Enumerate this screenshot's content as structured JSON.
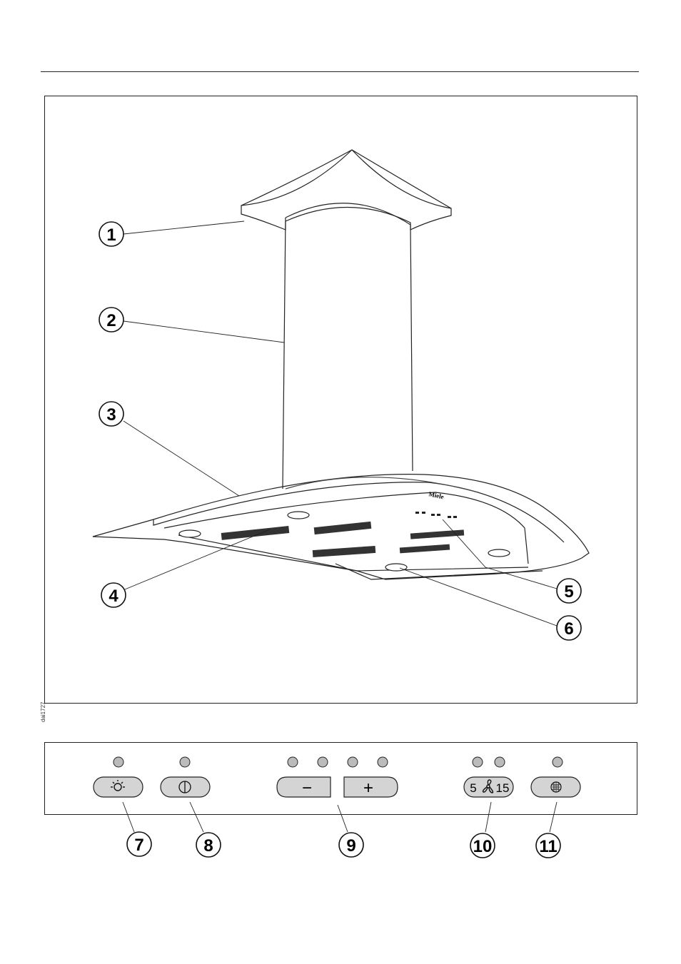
{
  "figure": {
    "code": "dai1727",
    "brand_badge": "Miele",
    "callouts": [
      "1",
      "2",
      "3",
      "4",
      "5",
      "6"
    ]
  },
  "control_panel": {
    "buttons": [
      {
        "icon": "light-icon",
        "label": ""
      },
      {
        "icon": "power-icon",
        "label": ""
      },
      {
        "icon": "minus-icon",
        "label": "−"
      },
      {
        "icon": "plus-icon",
        "label": "+"
      },
      {
        "icon": "fan-timer-icon",
        "label_left": "5",
        "label_right": "15"
      },
      {
        "icon": "filter-icon",
        "label": ""
      }
    ],
    "callouts": [
      "7",
      "8",
      "9",
      "10",
      "11"
    ]
  }
}
